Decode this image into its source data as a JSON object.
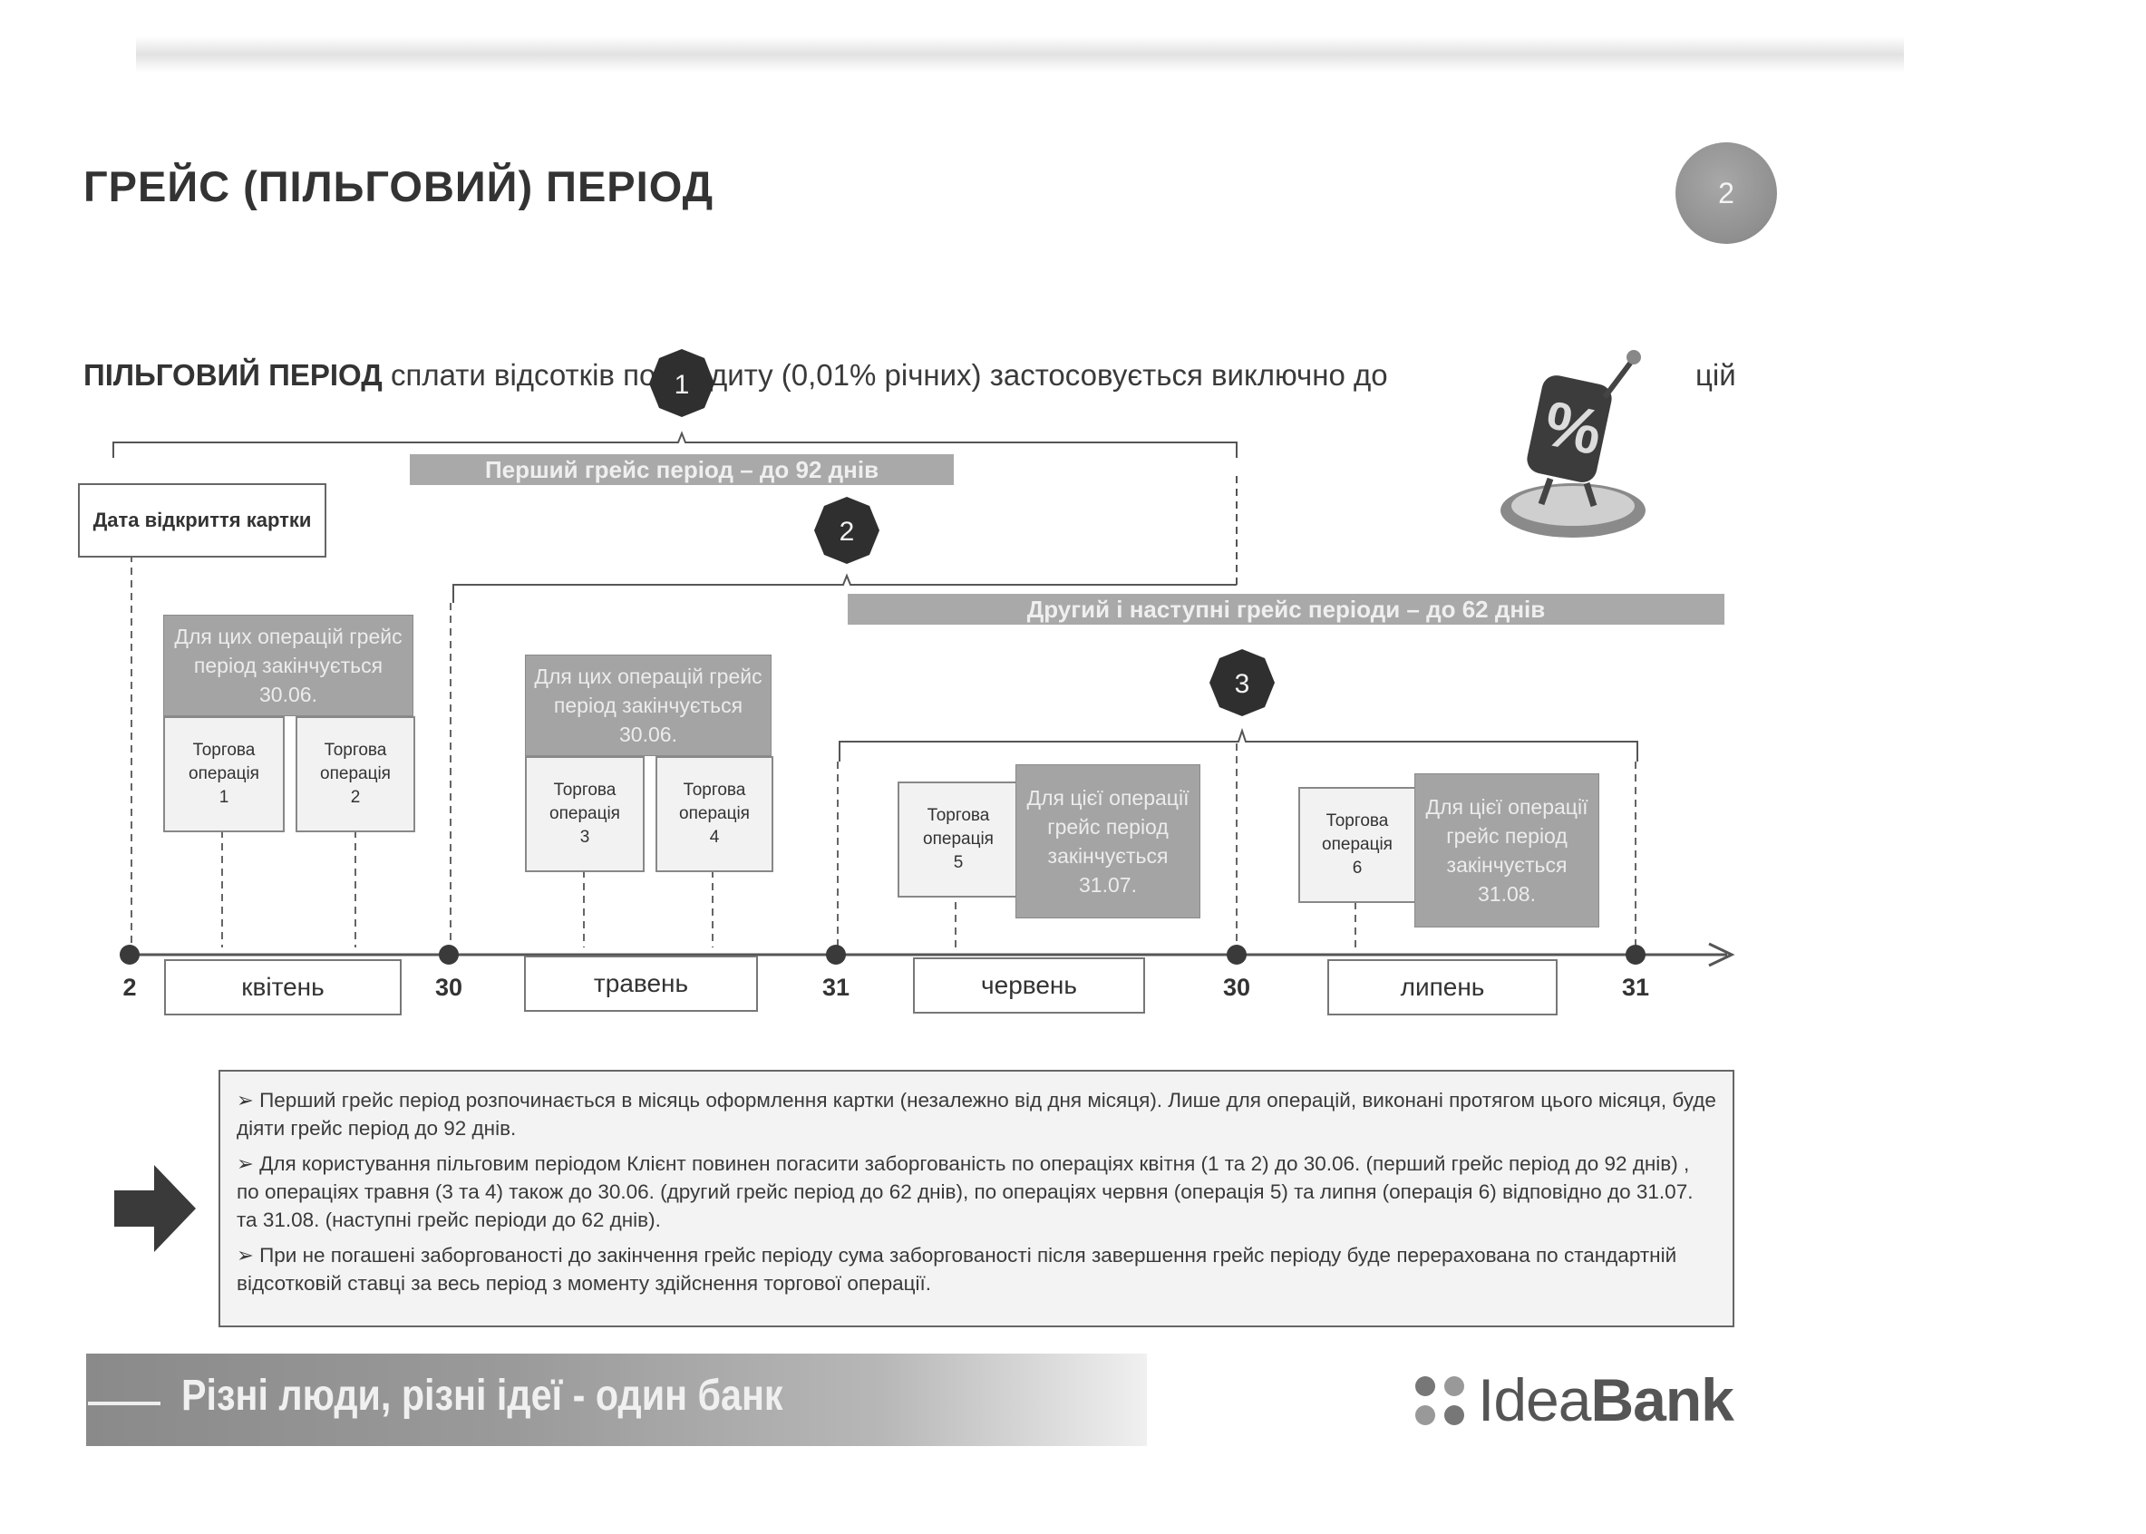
{
  "slide": {
    "title": "ГРЕЙС (ПІЛЬГОВИЙ) ПЕРІОД",
    "page_number": "2"
  },
  "intro": {
    "bold": "ПІЛЬГОВИЙ ПЕРІОД",
    "text": " сплати відсотків по кредиту (0,01% річних) застосовується виключно до",
    "tail": "цій"
  },
  "diagram": {
    "open_date_label": "Дата відкриття картки",
    "markers": [
      "1",
      "2",
      "3"
    ],
    "band_first": "Перший грейс період – до 92 днів",
    "band_second": "Другий і наступні грейс періоди – до 62 днів",
    "groups": [
      {
        "end_label": "Для цих операцій грейс період закінчується 30.06.",
        "ops": [
          {
            "label": "Торгова операція",
            "num": "1"
          },
          {
            "label": "Торгова операція",
            "num": "2"
          }
        ]
      },
      {
        "end_label": "Для цих операцій грейс період закінчується 30.06.",
        "ops": [
          {
            "label": "Торгова операція",
            "num": "3"
          },
          {
            "label": "Торгова операція",
            "num": "4"
          }
        ]
      },
      {
        "end_label": "Для цієї операції грейс період закінчується 31.07.",
        "ops": [
          {
            "label": "Торгова операція",
            "num": "5"
          }
        ]
      },
      {
        "end_label": "Для цієї операції грейс період закінчується 31.08.",
        "ops": [
          {
            "label": "Торгова операція",
            "num": "6"
          }
        ]
      }
    ],
    "timeline": {
      "days": [
        "2",
        "30",
        "31",
        "30",
        "31"
      ],
      "months": [
        "квітень",
        "травень",
        "червень",
        "липень"
      ]
    }
  },
  "notes": [
    "➢ Перший грейс період розпочинається в місяць оформлення картки (незалежно від дня місяця). Лише для операцій, виконані протягом цього місяця, буде діяти грейс період до 92 днів.",
    "➢ Для користування пільговим періодом Клієнт повинен погасити заборгованість по операціях квітня (1 та 2) до 30.06. (перший грейс період до 92 днів) , по операціях травня (3 та 4) також до 30.06. (другий грейс період до 62 днів), по операціях червня (операція 5) та липня (операція 6) відповідно до 31.07. та 31.08. (наступні грейс періоди до 62 днів).",
    "➢ При не погашені заборгованості до закінчення грейс періоду сума заборгованості після завершення грейс періоду буде перерахована по стандартній відсотковій ставці за весь період з моменту здійснення торгової операції."
  ],
  "footer": {
    "slogan": "Різні люди, різні ідеї - один банк",
    "logo_light": "Idea",
    "logo_bold": "Bank"
  },
  "icons": [
    "percent-mascot-icon",
    "right-arrow-icon",
    "ideabank-logo-icon"
  ],
  "colors": {
    "dark_box": "#a4a4a4",
    "band": "#a9a9a9",
    "hexagon": "#2f2f2f",
    "badge": "#8f8f8f"
  }
}
